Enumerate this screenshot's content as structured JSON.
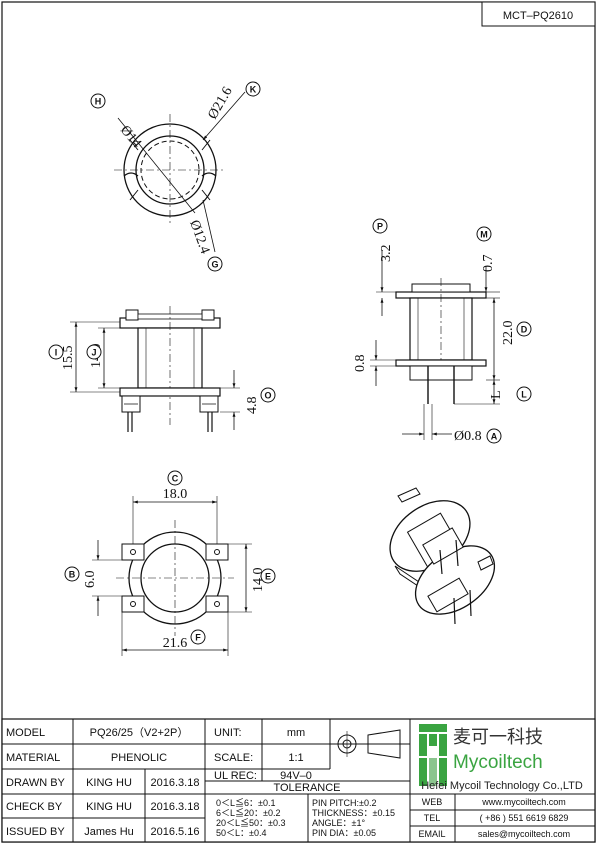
{
  "drawing_number": "MCT–PQ2610",
  "views": {
    "top": {
      "dim_k": "Ø21.6",
      "dim_h": "Ø14",
      "dim_g": "Ø12.4",
      "tag_k": "K",
      "tag_h": "H",
      "tag_g": "G"
    },
    "front": {
      "dim_i": "15.5",
      "dim_j": "14.0",
      "dim_o": "4.8",
      "tag_i": "I",
      "tag_j": "J",
      "tag_o": "O"
    },
    "side": {
      "dim_p": "3.2",
      "dim_m": "0.7",
      "dim_d": "22.0",
      "dim_08": "0.8",
      "dim_l": "L",
      "dim_a": "Ø0.8",
      "tag_p": "P",
      "tag_m": "M",
      "tag_d": "D",
      "tag_l": "L",
      "tag_a": "A"
    },
    "bottom": {
      "dim_c": "18.0",
      "dim_b": "6.0",
      "dim_e": "14.0",
      "dim_f": "21.6",
      "tag_c": "C",
      "tag_b": "B",
      "tag_e": "E",
      "tag_f": "F"
    }
  },
  "title_block": {
    "model_label": "MODEL",
    "model_value": "PQ26/25（V2+2P）",
    "material_label": "MATERIAL",
    "material_value": "PHENOLIC",
    "drawn_label": "DRAWN BY",
    "drawn_name": "KING HU",
    "drawn_date": "2016.3.18",
    "check_label": "CHECK BY",
    "check_name": "KING HU",
    "check_date": "2016.3.18",
    "issued_label": "ISSUED BY",
    "issued_name": "James Hu",
    "issued_date": "2016.5.16",
    "unit_label": "UNIT:",
    "unit_value": "mm",
    "scale_label": "SCALE:",
    "scale_value": "1:1",
    "ul_label": "UL REC:",
    "ul_value": "94V–0",
    "tolerance_label": "TOLERANCE",
    "tol_1": "0＜L≦6：±0.1",
    "tol_2": "6＜L≦20：±0.2",
    "tol_3": "20＜L≦50：±0.3",
    "tol_4": "50＜L：±0.4",
    "tol_5": "PIN PITCH:±0.2",
    "tol_6": "THICKNESS：±0.15",
    "tol_7": "ANGLE：±1°",
    "tol_8": "PIN DIA：±0.05"
  },
  "company": {
    "logo_cn": "麦可一科技",
    "logo_en": "Mycoiltech",
    "name": "Hefei Mycoil Technology Co.,LTD",
    "web_label": "WEB",
    "web_value": "www.mycoiltech.com",
    "tel_label": "TEL",
    "tel_value": "( +86 ) 551 6619 6829",
    "email_label": "EMAIL",
    "email_value": "sales@mycoiltech.com",
    "brand_color": "#3aa441"
  }
}
